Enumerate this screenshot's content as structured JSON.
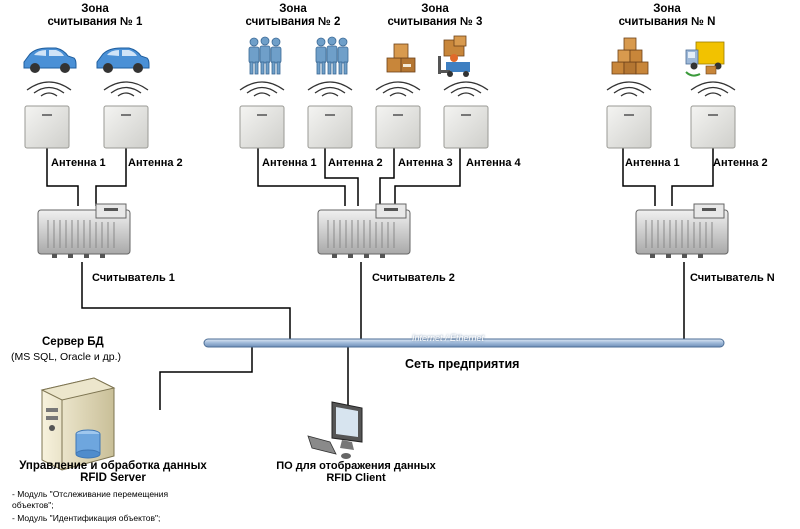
{
  "zones": [
    {
      "line1": "Зона",
      "line2": "считывания № 1"
    },
    {
      "line1": "Зона",
      "line2": "считывания № 2"
    },
    {
      "line1": "Зона",
      "line2": "считывания № 3"
    },
    {
      "line1": "Зона",
      "line2": "считывания № N"
    }
  ],
  "antennas": {
    "z1_a1": "Антенна 1",
    "z1_a2": "Антенна 2",
    "z2_a1": "Антенна 1",
    "z2_a2": "Антенна 2",
    "z3_a3": "Антенна 3",
    "z3_a4": "Антенна 4",
    "zn_a1": "Антенна 1",
    "zn_a2": "Антенна 2"
  },
  "readers": {
    "r1": "Считыватель 1",
    "r2": "Считыватель 2",
    "rn": "Считыватель N"
  },
  "network": {
    "bus_label": "Internet / Ethernet",
    "title": "Сеть предприятия"
  },
  "server": {
    "title": "Сервер БД",
    "subtitle": "(MS SQL, Oracle и др.)",
    "caption1": "Управление и обработка данных",
    "caption2": "RFID Server",
    "module1_line1": "- Модуль \"Отслеживание перемещения",
    "module1_line2": "объектов\";",
    "module2": "- Модуль \"Идентификация объектов\";"
  },
  "client": {
    "caption1": "ПО для отображения данных",
    "caption2": "RFID Client"
  },
  "colors": {
    "car": "#4a90d6",
    "people": "#6f9fc9",
    "box": "#c8863a",
    "truck": "#f2c200",
    "bus": "#9db8d8"
  }
}
